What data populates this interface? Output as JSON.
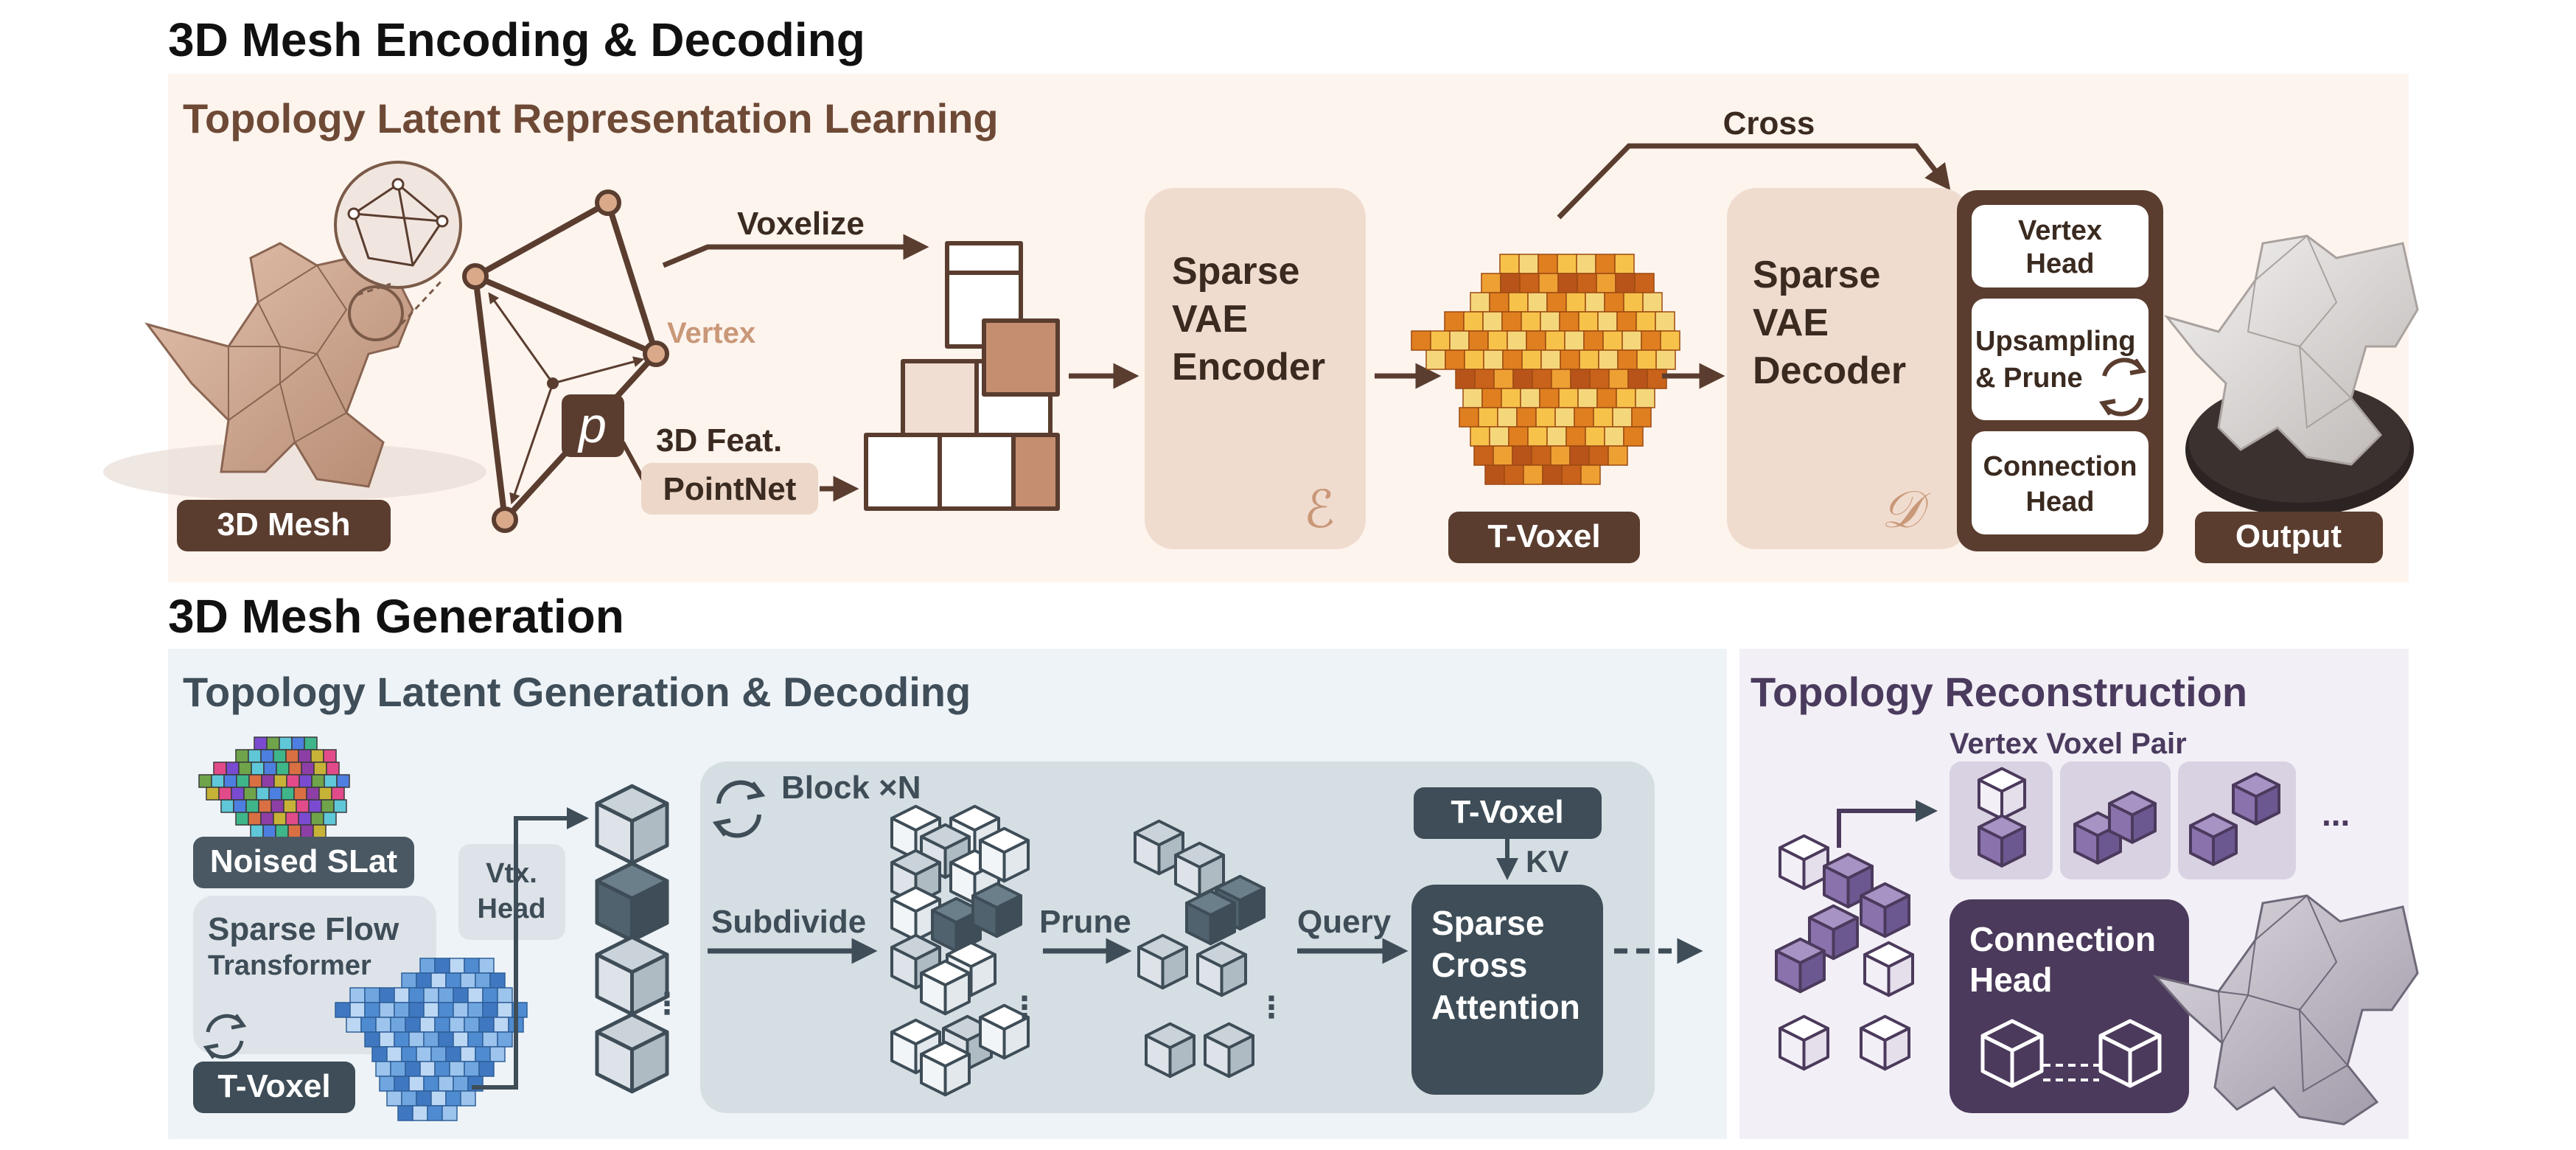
{
  "sections": {
    "encoding_title": "3D Mesh Encoding & Decoding",
    "generation_title": "3D Mesh Generation"
  },
  "top": {
    "panel_title": "Topology Latent Representation Learning",
    "mesh_tag": "3D Mesh",
    "vertex_label": "Vertex",
    "p_symbol": "p",
    "feat_label": "3D Feat.",
    "pointnet_label": "PointNet",
    "voxelize_label": "Voxelize",
    "encoder_line1": "Sparse",
    "encoder_line2": "VAE",
    "encoder_line3": "Encoder",
    "encoder_symbol": "ℰ",
    "tvoxel_tag": "T-Voxel",
    "cross_label": "Cross",
    "decoder_line1": "Sparse",
    "decoder_line2": "VAE",
    "decoder_line3": "Decoder",
    "decoder_symbol": "𝒟",
    "vertex_head_1": "Vertex",
    "vertex_head_2": "Head",
    "upsampling_1": "Upsampling",
    "upsampling_2": "& Prune",
    "connection_head_1": "Connection",
    "connection_head_2": "Head",
    "output_tag": "Output"
  },
  "bottom_left": {
    "panel_title": "Topology Latent Generation & Decoding",
    "noised_tag": "Noised SLat",
    "flow_1": "Sparse Flow",
    "flow_2": "Transformer",
    "tvoxel_tag": "T-Voxel",
    "vtx_head_1": "Vtx.",
    "vtx_head_2": "Head",
    "block_label": "Block ×N",
    "subdivide_label": "Subdivide",
    "prune_label": "Prune",
    "query_label": "Query",
    "tvoxel_kv_tag": "T-Voxel",
    "kv_label": "KV",
    "attn_1": "Sparse",
    "attn_2": "Cross",
    "attn_3": "Attention"
  },
  "bottom_right": {
    "panel_title": "Topology Reconstruction",
    "pair_label": "Vertex Voxel Pair",
    "ellipsis": "...",
    "conn_1": "Connection",
    "conn_2": "Head"
  },
  "colors": {
    "top_bg": "#fdf4ee",
    "bottom_left_bg": "#eef3f7",
    "bottom_right_bg": "#f2eff6",
    "brown_dark": "#5a3d2f",
    "slate_dark": "#3e4d57",
    "purple_dark": "#4b3a5c"
  }
}
